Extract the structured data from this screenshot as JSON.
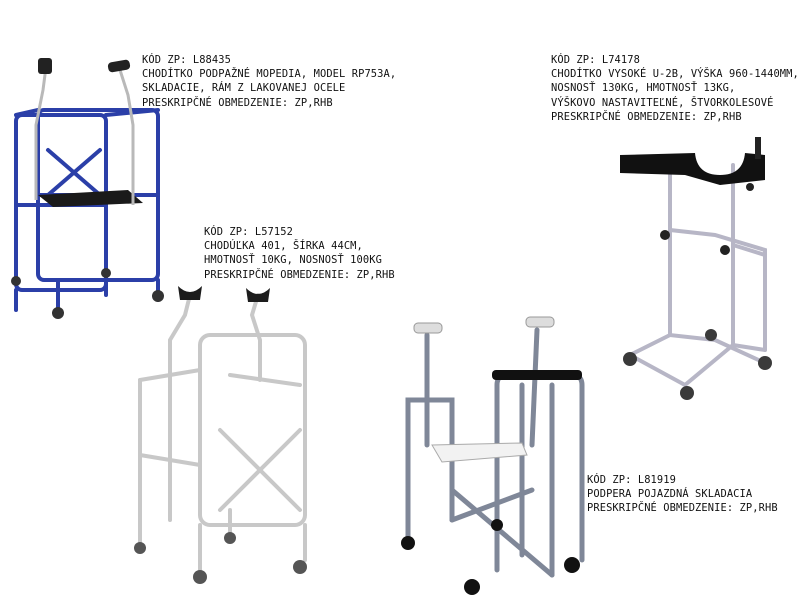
{
  "products": [
    {
      "code": "KÓD ZP: L88435",
      "lines": [
        "CHODÍTKO PODPAŽNÉ MOPEDIA, MODEL RP753A,",
        "SKLADACIE, RÁM Z LAKOVANEJ OCELE",
        "PRESKRIPČNÉ OBMEDZENIE: ZP,RHB"
      ],
      "frame_color": "#2b3fa8"
    },
    {
      "code": "KÓD ZP: L74178",
      "lines": [
        "CHODÍTKO VYSOKÉ U-2B, VÝŠKA 960-1440MM,",
        "NOSNOSŤ 130KG, HMOTNOSŤ 13KG,",
        "VÝŠKOVO NASTAVITEĽNÉ, ŠTVORKOLESOVÉ",
        "PRESKRIPČNÉ OBMEDZENIE: ZP,RHB"
      ],
      "frame_color": "#b7b6c6"
    },
    {
      "code": "KÓD ZP: L57152",
      "lines": [
        "CHODÚĽKA 401, ŠÍRKA 44CM,",
        "HMOTNOSŤ 10KG, NOSNOSŤ 100KG",
        "PRESKRIPČNÉ OBMEDZENIE: ZP,RHB"
      ],
      "frame_color": "#c8c8c8"
    },
    {
      "code": "KÓD ZP: L81919",
      "lines": [
        "PODPERA POJAZDNÁ SKLADACIA",
        "PRESKRIPČNÉ OBMEDZENIE: ZP,RHB"
      ],
      "frame_color": "#7f8798"
    }
  ]
}
